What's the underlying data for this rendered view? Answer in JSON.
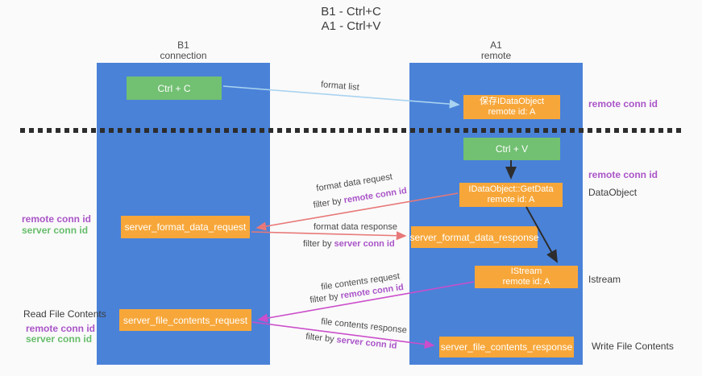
{
  "title": {
    "line1": "B1 - Ctrl+C",
    "line2": "A1 - Ctrl+V"
  },
  "lanes": {
    "left": {
      "name": "B1",
      "role": "connection"
    },
    "right": {
      "name": "A1",
      "role": "remote"
    }
  },
  "nodes": {
    "ctrl_c": {
      "label": "Ctrl + C"
    },
    "save_dataobject": {
      "line1": "保存IDataObject",
      "line2": "remote id: A"
    },
    "ctrl_v": {
      "label": "Ctrl + V"
    },
    "getdata": {
      "line1": "IDataObject::GetData",
      "line2": "remote id: A"
    },
    "server_format_data_request": {
      "label": "server_format_data_request"
    },
    "server_format_data_response": {
      "label": "server_format_data_response"
    },
    "istream": {
      "line1": "IStream",
      "line2": "remote id: A"
    },
    "server_file_contents_request": {
      "label": "server_file_contents_request"
    },
    "server_file_contents_response": {
      "label": "server_file_contents_response"
    }
  },
  "edges": {
    "format_list": "format list",
    "format_data_request": "format data request",
    "format_data_response": "format data response",
    "file_contents_request": "file contents request",
    "file_contents_response": "file contents response",
    "filter_by_prefix": "filter by ",
    "remote_conn_id": "remote conn id",
    "server_conn_id": "server conn id"
  },
  "side_labels": {
    "remote_conn_id": "remote conn id",
    "server_conn_id": "server conn id",
    "dataobject": "DataObject",
    "istream": "Istream",
    "read_file_contents": "Read File Contents",
    "write_file_contents": "Write File Contents"
  },
  "colors": {
    "lane_blue": "#4a82d8",
    "node_orange": "#f7a73a",
    "node_green": "#72c072",
    "arrow_red": "#e87878",
    "arrow_magenta": "#cb4ecb",
    "arrow_lightblue": "#a9d3f0",
    "arrow_black": "#2d2d2d",
    "label_purple": "#aa55c8",
    "label_green": "#67bd6b"
  }
}
